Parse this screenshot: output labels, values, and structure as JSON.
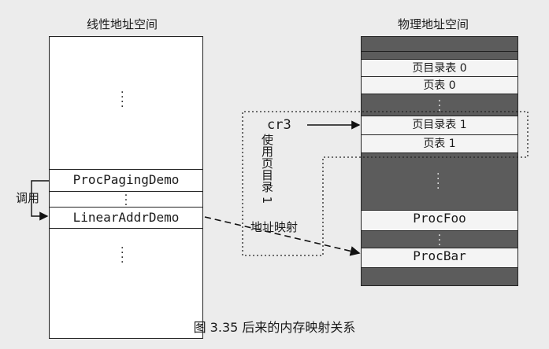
{
  "linear": {
    "title": "线性地址空间",
    "proc_paging": "ProcPagingDemo",
    "linear_addr": "LinearAddrDemo"
  },
  "physical": {
    "title": "物理地址空间",
    "pd0": "页目录表 0",
    "pt0": "页表 0",
    "pd1": "页目录表 1",
    "pt1": "页表 1",
    "proc_foo": "ProcFoo",
    "proc_bar": "ProcBar"
  },
  "labels": {
    "cr3": "cr3",
    "call": "调用",
    "use_pd1": "使用页目录 1",
    "addr_map": "地址映射"
  },
  "caption": "图 3.35  后来的内存映射关系"
}
